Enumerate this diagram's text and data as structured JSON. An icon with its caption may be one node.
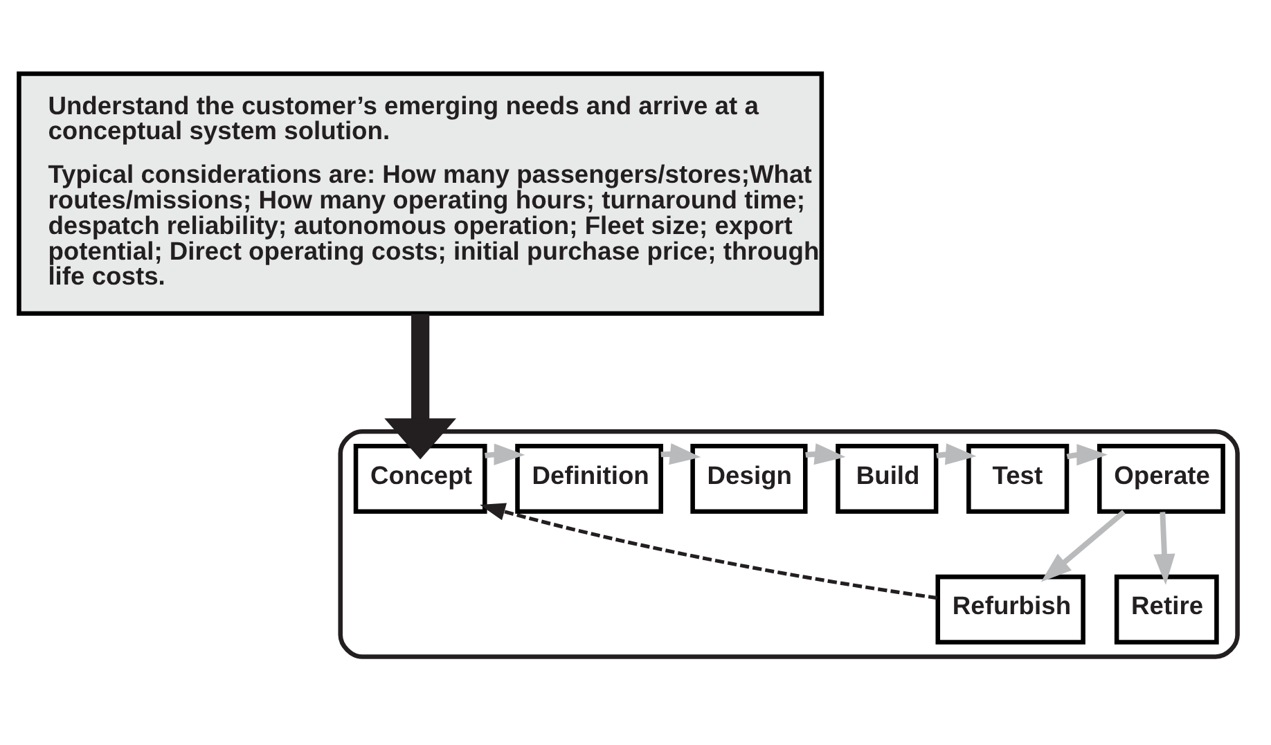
{
  "diagram": {
    "nodes": [
      {
        "text": [
          "Understand the customer’s emerging needs and arrive at a conceptual system solution.",
          "Typical considerations are: How many passengers/stores;What routes/missions; How many operating hours; turnaround time; despatch reliability; autonomous operation; Fleet size; export potential; Direct operating costs; initial purchase price; through life costs."
        ]
      },
      {
        "text": [],
        "shape": "box"
      },
      {
        "text": [
          "Concept"
        ],
        "in": 1
      },
      {
        "text": [
          "Definition"
        ],
        "in": 1
      },
      {
        "text": [
          "Design"
        ],
        "in": 1
      },
      {
        "text": [
          "Build"
        ],
        "in": 1
      },
      {
        "text": [
          "Test"
        ],
        "in": 1
      },
      {
        "text": [
          "Operate"
        ],
        "in": 1
      },
      {
        "text": [
          "Refurbish"
        ],
        "in": 1
      },
      {
        "text": [
          "Retire"
        ],
        "in": 1
      }
    ],
    "edges": [
      {
        "from": 0,
        "to": 2,
        "arrow": "to",
        "style": "thick",
        "color": "#231f20"
      },
      {
        "from": 2,
        "to": 3,
        "arrow": "to"
      },
      {
        "from": 3,
        "to": 4,
        "arrow": "to"
      },
      {
        "from": 4,
        "to": 5,
        "arrow": "to"
      },
      {
        "from": 5,
        "to": 6,
        "arrow": "to"
      },
      {
        "from": 6,
        "to": 7,
        "arrow": "to"
      },
      {
        "from": 7,
        "to": 8,
        "arrow": "to"
      },
      {
        "from": 7,
        "to": 9,
        "arrow": "to"
      },
      {
        "from": 8,
        "to": 2,
        "arrow": "to",
        "style": "dashed",
        "color": "#231f20"
      }
    ]
  }
}
